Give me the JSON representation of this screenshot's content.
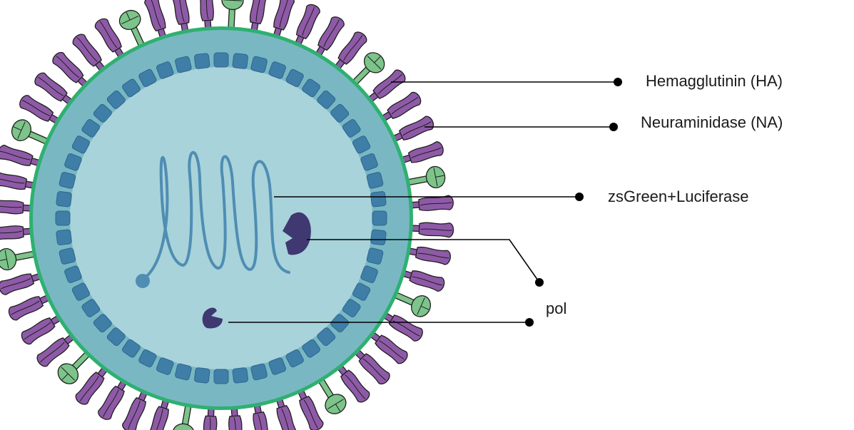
{
  "labels": {
    "ha": "Hemagglutinin (HA)",
    "na": "Neuraminidase (NA)",
    "genome": "zsGreen+Luciferase",
    "pol": "pol"
  },
  "colors": {
    "background": "#ffffff",
    "interior": "#a8d3da",
    "matrix_band": "#79b8c3",
    "matrix_protein": "#3f7ea7",
    "membrane": "#27a867",
    "ha_spike": "#8e5aa7",
    "na_spike": "#7cc48a",
    "rna": "#4f8db3",
    "polymerase": "#3f3871",
    "leader_line": "#000000"
  },
  "icons": [
    "ha-spike-icon",
    "na-spike-icon",
    "matrix-protein-icon",
    "polymerase-icon",
    "rna-strand-icon"
  ]
}
